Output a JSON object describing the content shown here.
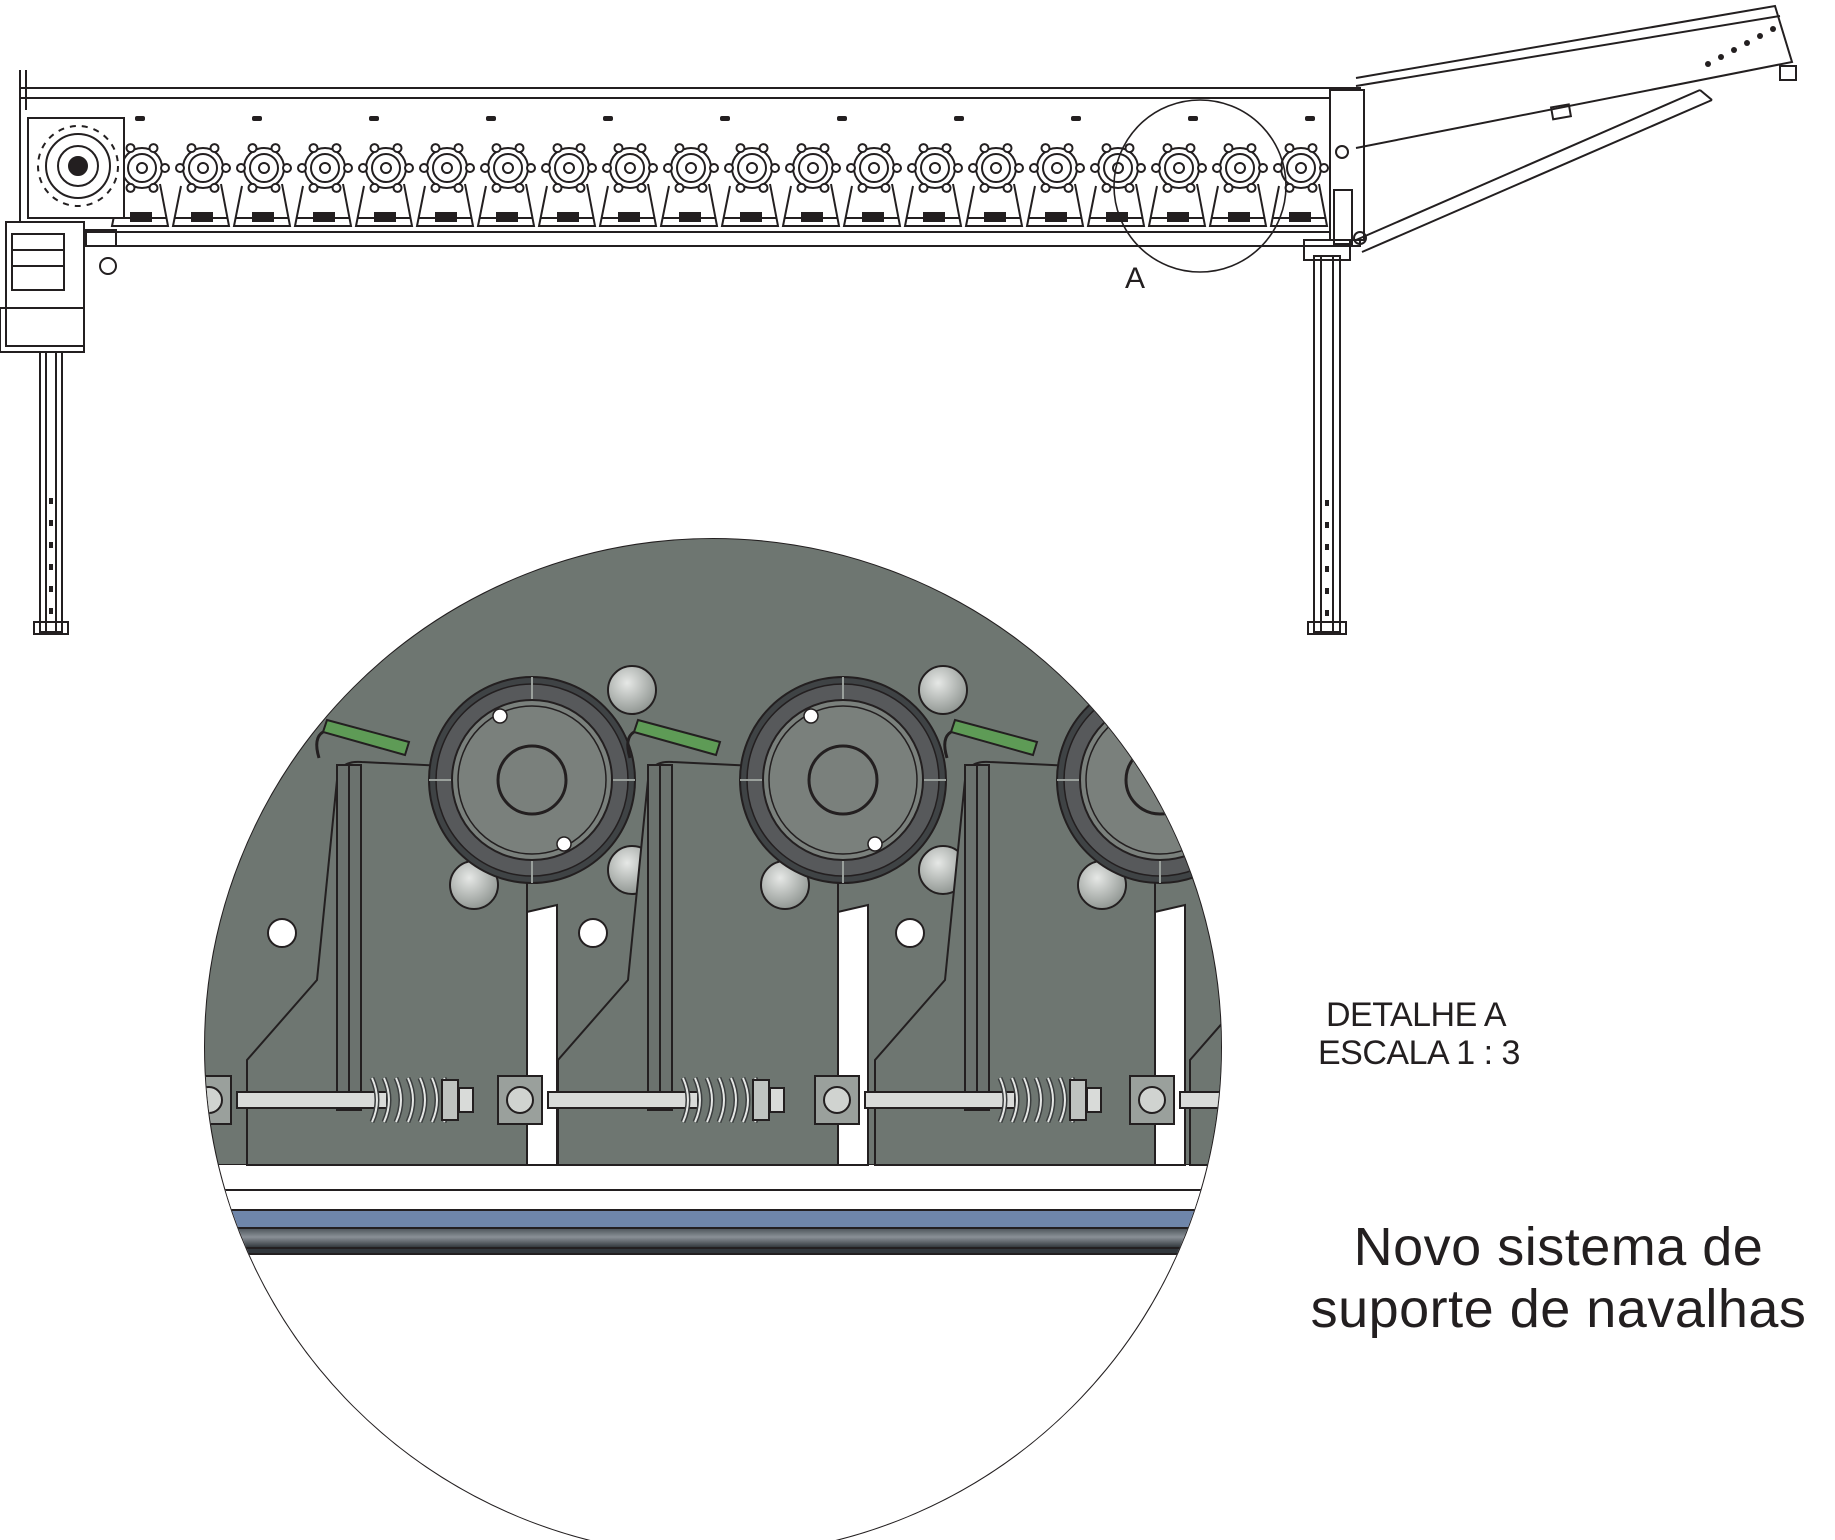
{
  "drawing": {
    "detail_marker": "A",
    "detail_title": "DETALHE A",
    "detail_scale": "ESCALA 1 : 3",
    "caption_line1": "Novo sistema de",
    "caption_line2": "suporte de navalhas"
  },
  "colors": {
    "line": "#231f20",
    "plate": "#6e7671",
    "disc_dark": "#3f4345",
    "disc_rim": "#57595b",
    "hub": "#7a807c",
    "knife": "#5e9b56",
    "rail_blue": "#6f86aa",
    "rail_dark": "#31373c"
  },
  "overview": {
    "knife_disc_count": 20
  }
}
